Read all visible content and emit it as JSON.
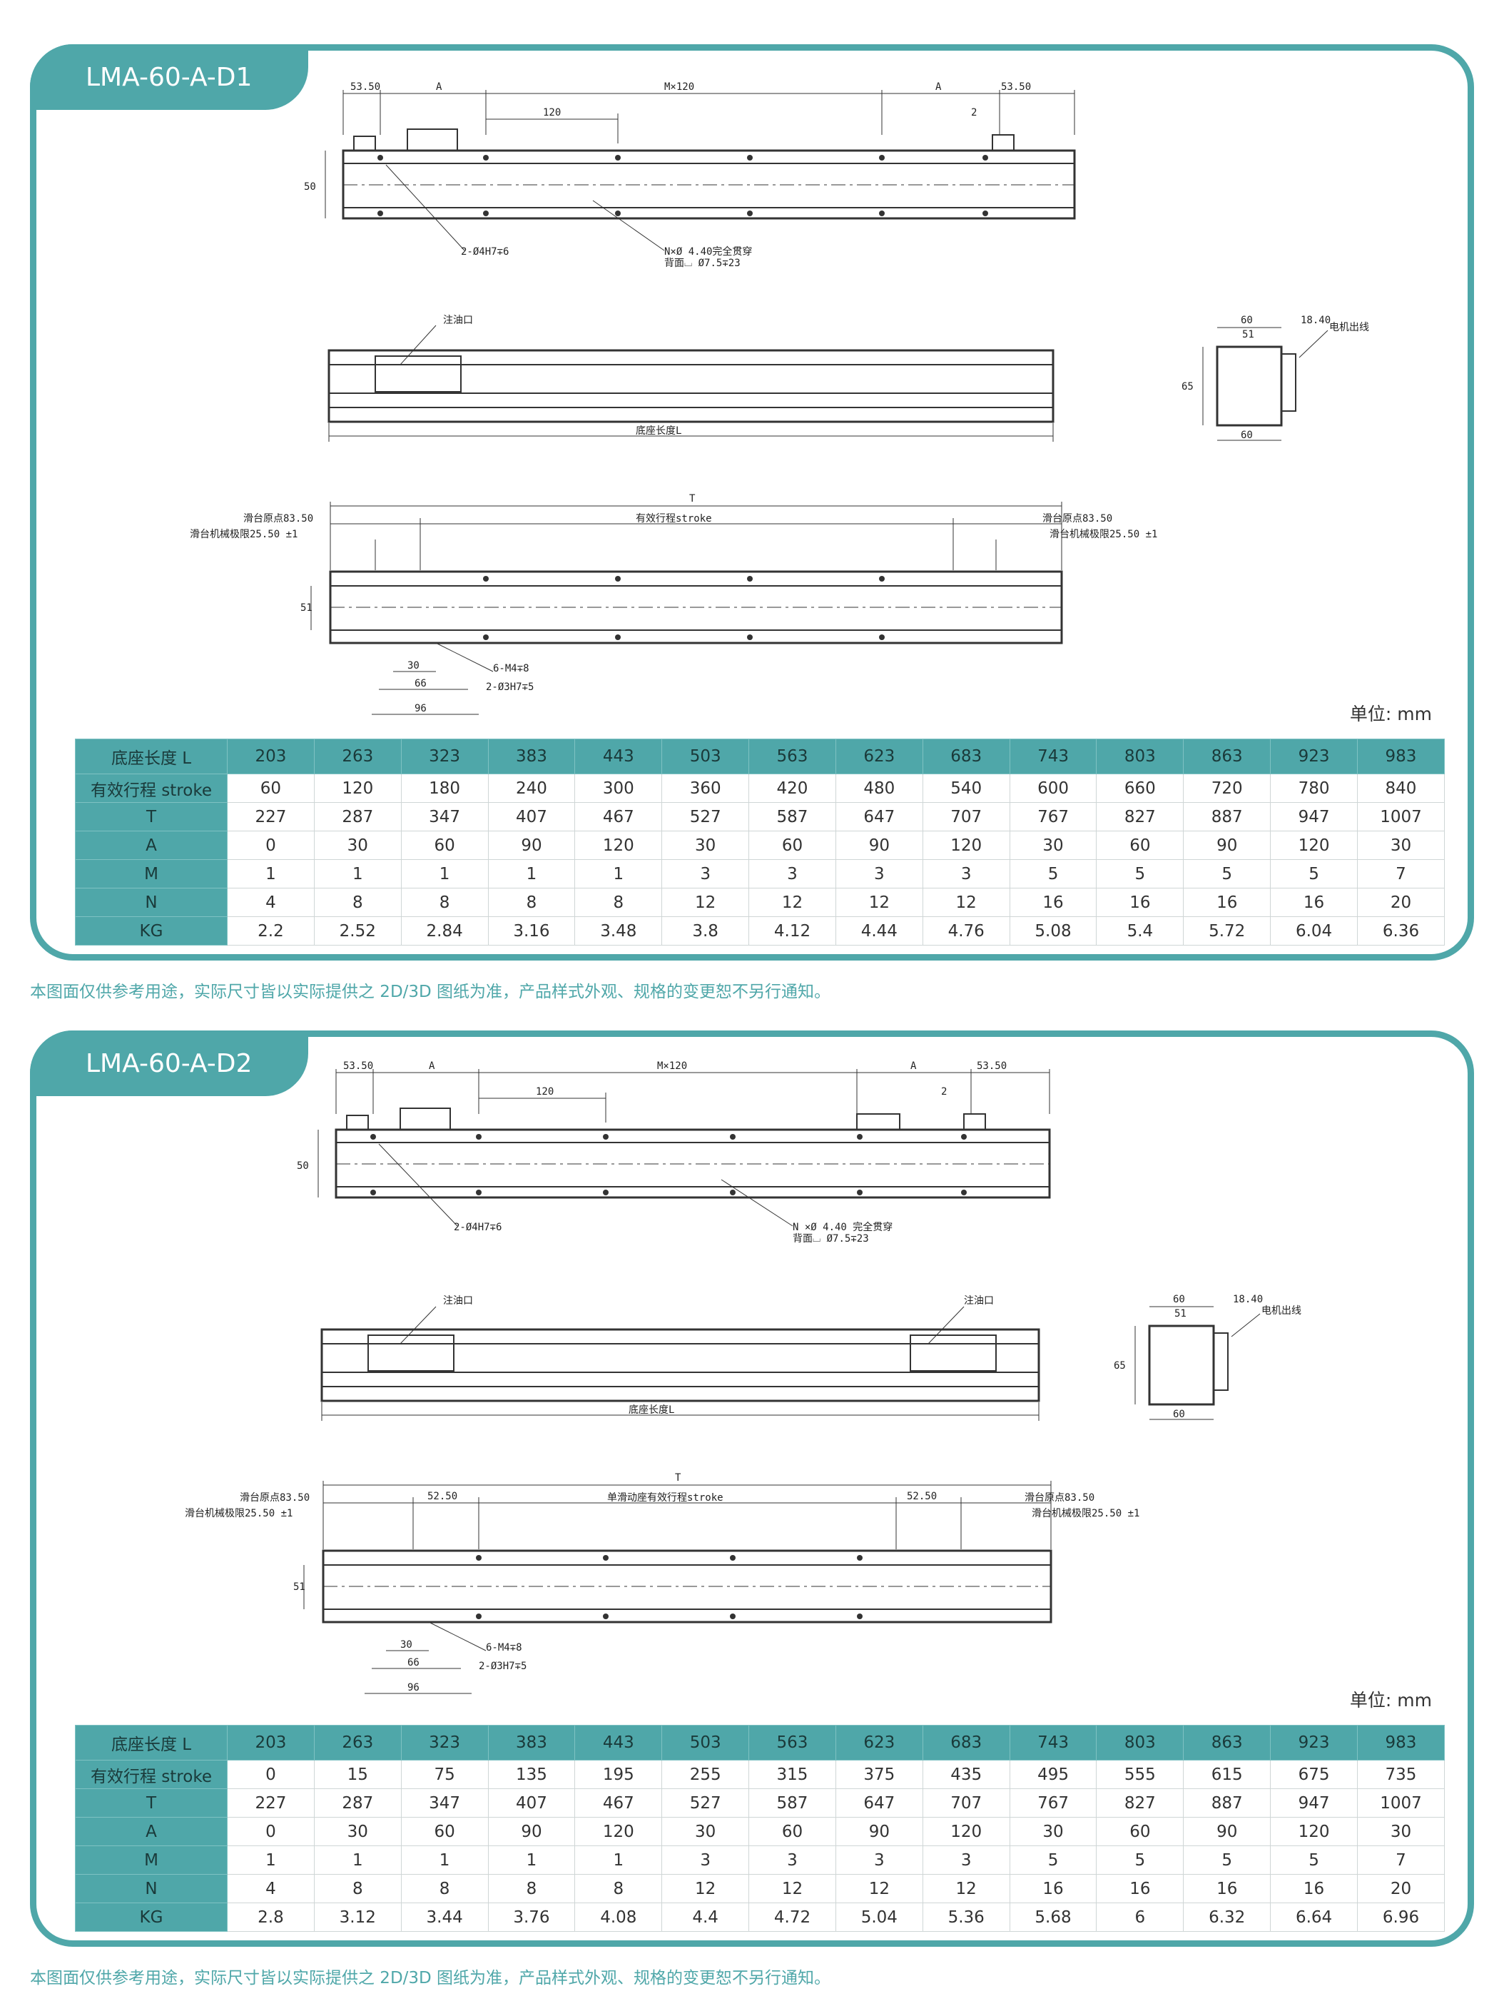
{
  "panels": [
    {
      "title": "LMA-60-A-D1",
      "unit": "单位: mm",
      "labels": {
        "dim_53_left": "53.50",
        "dim_A_left": "A",
        "dim_MX": "M×120",
        "dim_A_right": "A",
        "dim_53_right": "53.50",
        "dim_120": "120",
        "dim_2": "2",
        "dim_50": "50",
        "hole_note": "2-Ø4H7∓6",
        "thru_note_1": "N×Ø 4.40完全贯穿",
        "thru_note_2": "背面⌴ Ø7.5∓23",
        "oil_left": "注油口",
        "oil_right": "",
        "base_len": "底座长度L",
        "side_60_top": "60",
        "side_1840": "18.40",
        "side_51": "51",
        "side_65": "65",
        "side_60_bot": "60",
        "motor_out": "电机出线",
        "dim_T": "T",
        "stroke": "有效行程stroke",
        "origin_left": "滑台原点83.50",
        "limit_left": "滑台机械极限25.50 ±1",
        "origin_right": "滑台原点83.50",
        "limit_right": "滑台机械极限25.50 ±1",
        "dim_5250_left": "",
        "dim_5250_right": "",
        "dim_51": "51",
        "dim_30": "30",
        "dim_66": "66",
        "dim_96": "96",
        "m4_note": "6-M4∓8",
        "h7_note": "2-Ø3H7∓5"
      },
      "table": {
        "rows": [
          [
            "底座长度 L",
            "203",
            "263",
            "323",
            "383",
            "443",
            "503",
            "563",
            "623",
            "683",
            "743",
            "803",
            "863",
            "923",
            "983"
          ],
          [
            "有效行程 stroke",
            "60",
            "120",
            "180",
            "240",
            "300",
            "360",
            "420",
            "480",
            "540",
            "600",
            "660",
            "720",
            "780",
            "840"
          ],
          [
            "T",
            "227",
            "287",
            "347",
            "407",
            "467",
            "527",
            "587",
            "647",
            "707",
            "767",
            "827",
            "887",
            "947",
            "1007"
          ],
          [
            "A",
            "0",
            "30",
            "60",
            "90",
            "120",
            "30",
            "60",
            "90",
            "120",
            "30",
            "60",
            "90",
            "120",
            "30"
          ],
          [
            "M",
            "1",
            "1",
            "1",
            "1",
            "1",
            "3",
            "3",
            "3",
            "3",
            "5",
            "5",
            "5",
            "5",
            "7"
          ],
          [
            "N",
            "4",
            "8",
            "8",
            "8",
            "8",
            "12",
            "12",
            "12",
            "12",
            "16",
            "16",
            "16",
            "16",
            "20"
          ],
          [
            "KG",
            "2.2",
            "2.52",
            "2.84",
            "3.16",
            "3.48",
            "3.8",
            "4.12",
            "4.44",
            "4.76",
            "5.08",
            "5.4",
            "5.72",
            "6.04",
            "6.36"
          ]
        ]
      },
      "note": "本图面仅供参考用途，实际尺寸皆以实际提供之 2D/3D 图纸为准，产品样式外观、规格的变更恕不另行通知。"
    },
    {
      "title": "LMA-60-A-D2",
      "unit": "单位: mm",
      "labels": {
        "dim_53_left": "53.50",
        "dim_A_left": "A",
        "dim_MX": "M×120",
        "dim_A_right": "A",
        "dim_53_right": "53.50",
        "dim_120": "120",
        "dim_2": "2",
        "dim_50": "50",
        "hole_note": "2-Ø4H7∓6",
        "thru_note_1": "N ×Ø 4.40 完全贯穿",
        "thru_note_2": "背面⌴ Ø7.5∓23",
        "oil_left": "注油口",
        "oil_right": "注油口",
        "base_len": "底座长度L",
        "side_60_top": "60",
        "side_1840": "18.40",
        "side_51": "51",
        "side_65": "65",
        "side_60_bot": "60",
        "motor_out": "电机出线",
        "dim_T": "T",
        "stroke": "单滑动座有效行程stroke",
        "origin_left": "滑台原点83.50",
        "limit_left": "滑台机械极限25.50 ±1",
        "origin_right": "滑台原点83.50",
        "limit_right": "滑台机械极限25.50 ±1",
        "dim_5250_left": "52.50",
        "dim_5250_right": "52.50",
        "dim_51": "51",
        "dim_30": "30",
        "dim_66": "66",
        "dim_96": "96",
        "m4_note": "6-M4∓8",
        "h7_note": "2-Ø3H7∓5"
      },
      "table": {
        "rows": [
          [
            "底座长度 L",
            "203",
            "263",
            "323",
            "383",
            "443",
            "503",
            "563",
            "623",
            "683",
            "743",
            "803",
            "863",
            "923",
            "983"
          ],
          [
            "有效行程 stroke",
            "0",
            "15",
            "75",
            "135",
            "195",
            "255",
            "315",
            "375",
            "435",
            "495",
            "555",
            "615",
            "675",
            "735"
          ],
          [
            "T",
            "227",
            "287",
            "347",
            "407",
            "467",
            "527",
            "587",
            "647",
            "707",
            "767",
            "827",
            "887",
            "947",
            "1007"
          ],
          [
            "A",
            "0",
            "30",
            "60",
            "90",
            "120",
            "30",
            "60",
            "90",
            "120",
            "30",
            "60",
            "90",
            "120",
            "30"
          ],
          [
            "M",
            "1",
            "1",
            "1",
            "1",
            "1",
            "3",
            "3",
            "3",
            "3",
            "5",
            "5",
            "5",
            "5",
            "7"
          ],
          [
            "N",
            "4",
            "8",
            "8",
            "8",
            "8",
            "12",
            "12",
            "12",
            "12",
            "16",
            "16",
            "16",
            "16",
            "20"
          ],
          [
            "KG",
            "2.8",
            "3.12",
            "3.44",
            "3.76",
            "4.08",
            "4.4",
            "4.72",
            "5.04",
            "5.36",
            "5.68",
            "6",
            "6.32",
            "6.64",
            "6.96"
          ]
        ]
      },
      "note": "本图面仅供参考用途，实际尺寸皆以实际提供之 2D/3D 图纸为准，产品样式外观、规格的变更恕不另行通知。"
    }
  ]
}
